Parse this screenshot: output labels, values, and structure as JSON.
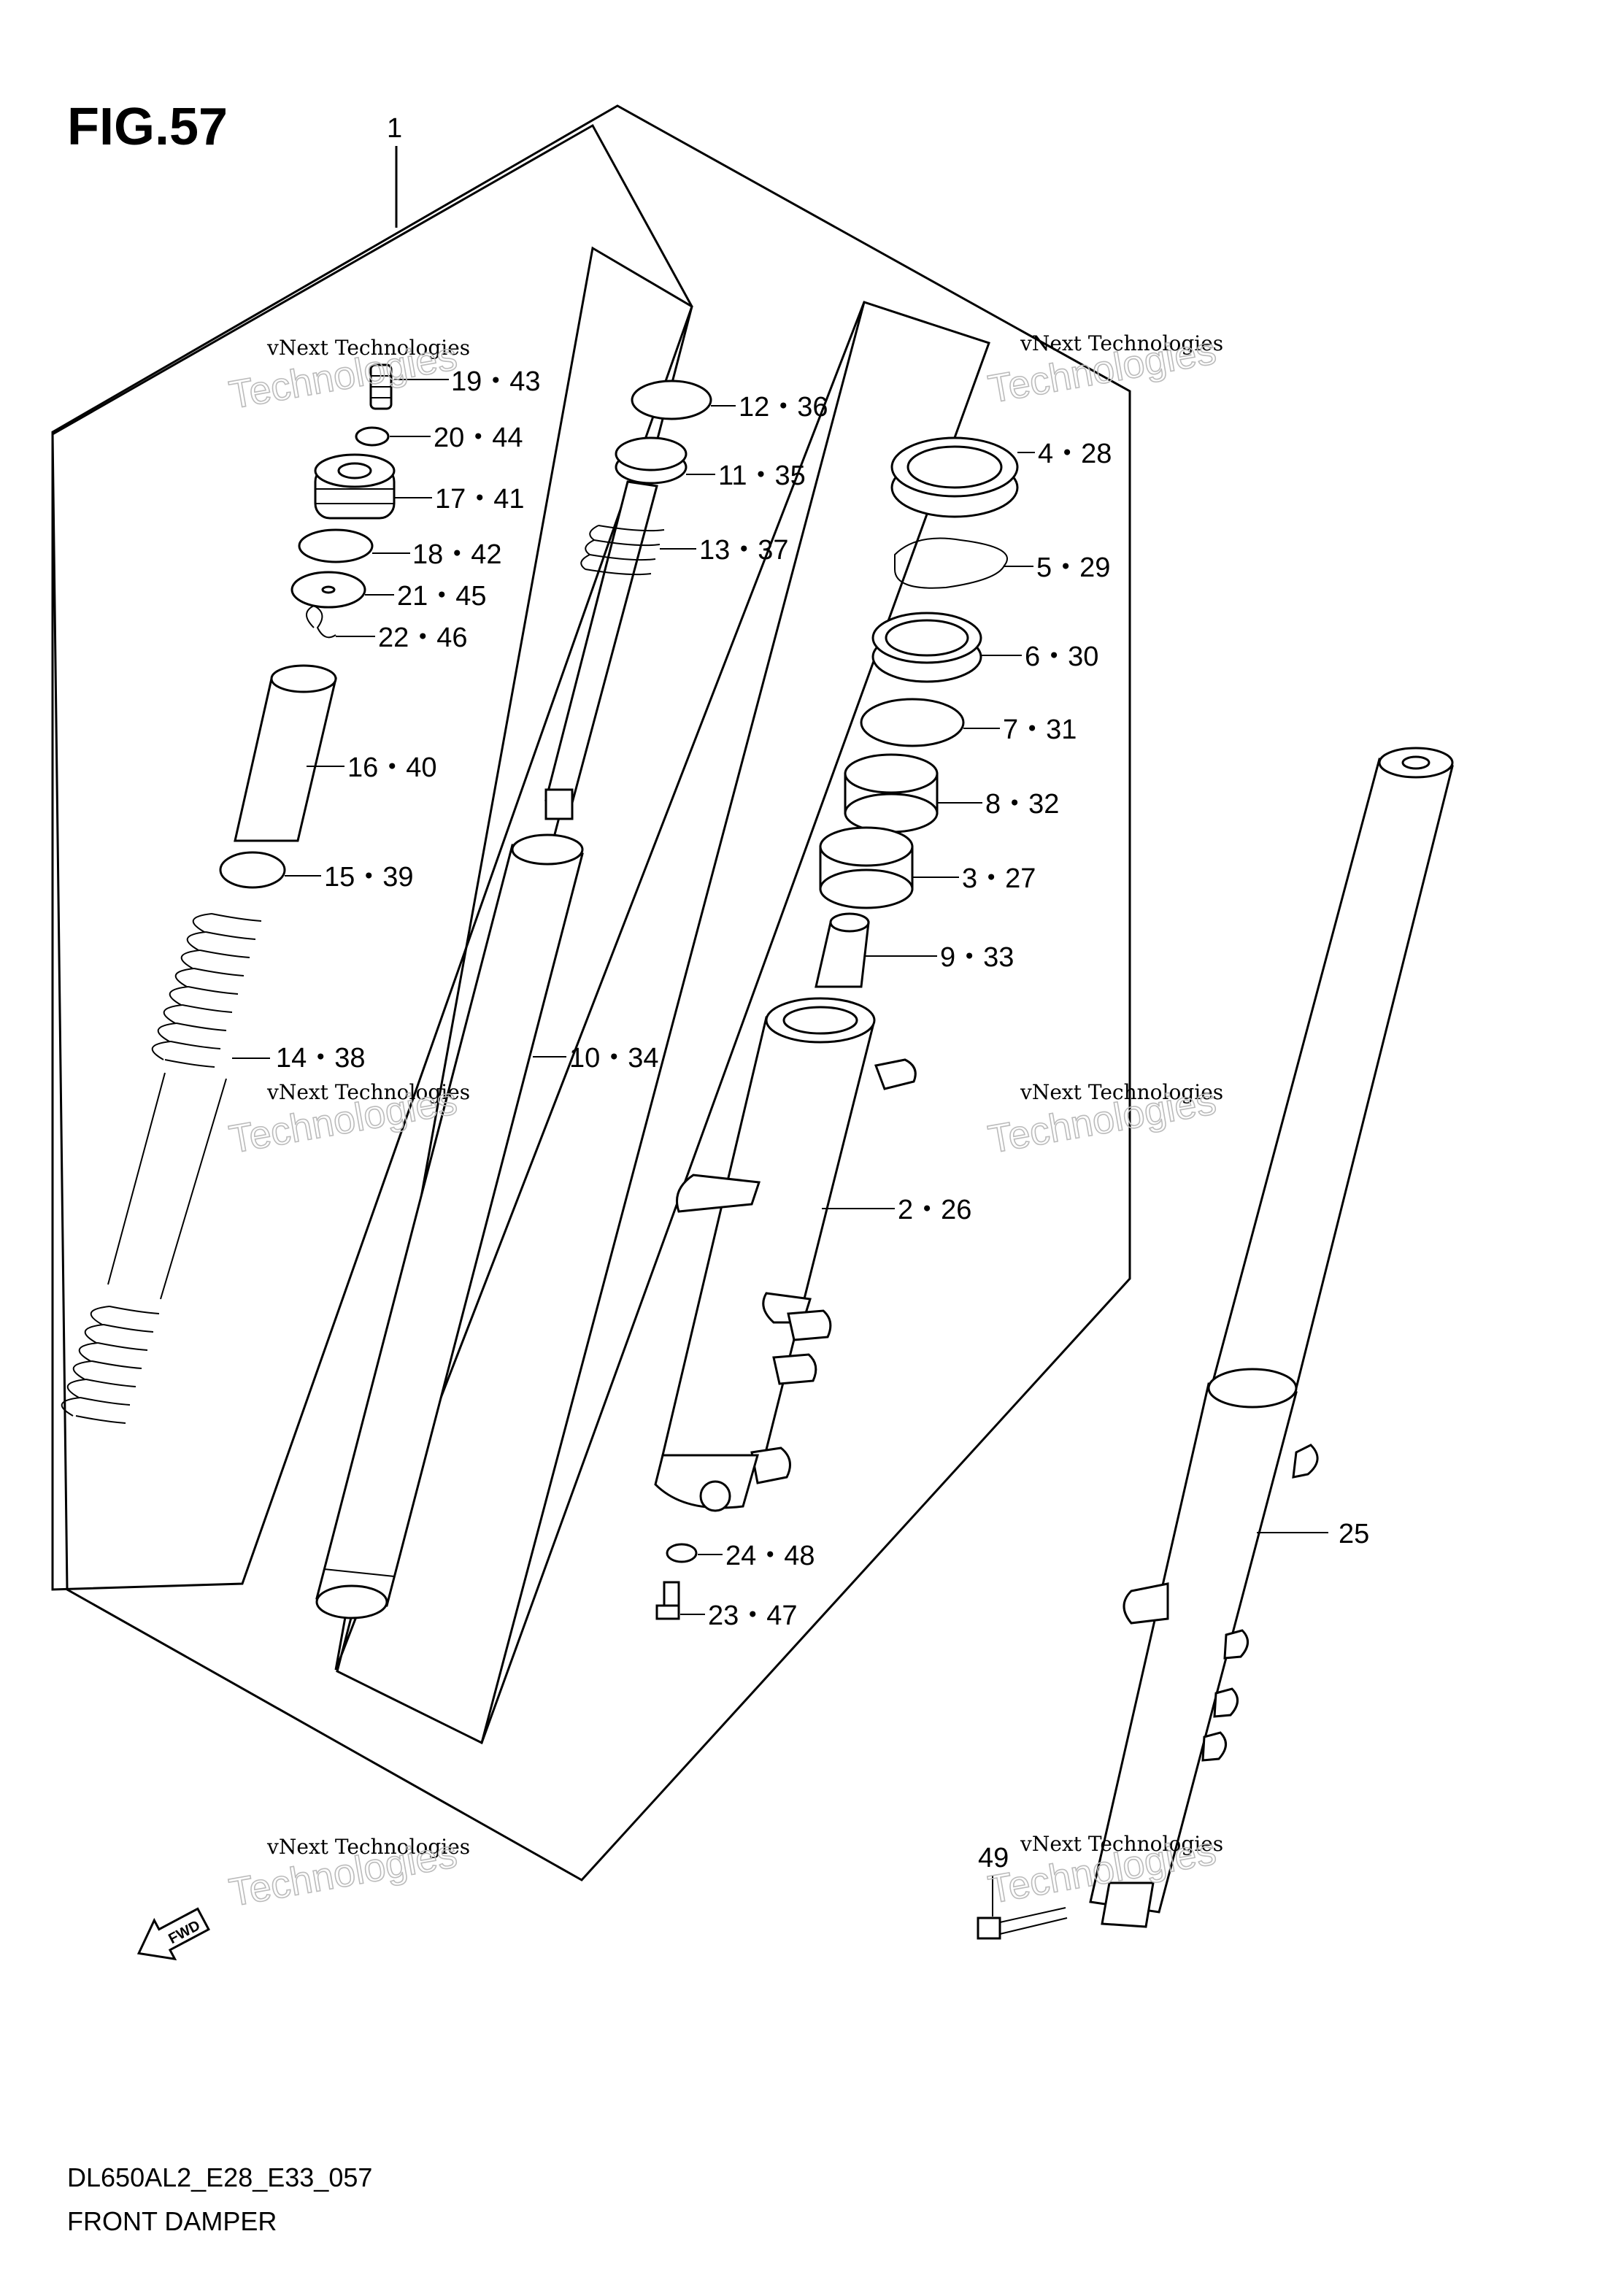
{
  "figure": {
    "title": "FIG.57"
  },
  "assembly_label": "1",
  "callouts": {
    "c19": "19・43",
    "c20": "20・44",
    "c17": "17・41",
    "c18": "18・42",
    "c21": "21・45",
    "c22": "22・46",
    "c16": "16・40",
    "c15": "15・39",
    "c14": "14・38",
    "c12": "12・36",
    "c11": "11・35",
    "c13": "13・37",
    "c10": "10・34",
    "c4": "4・28",
    "c5": "5・29",
    "c6": "6・30",
    "c7": "7・31",
    "c8": "8・32",
    "c3": "3・27",
    "c9": "9・33",
    "c2": "2・26",
    "c24": "24・48",
    "c23": "23・47",
    "c25": "25",
    "c49": "49"
  },
  "fwd_label": "FWD",
  "watermark": {
    "line1": "vNext Technologies",
    "line2": "Technologies"
  },
  "footer": {
    "code": "DL650AL2_E28_E33_057",
    "title": "FRONT DAMPER"
  }
}
